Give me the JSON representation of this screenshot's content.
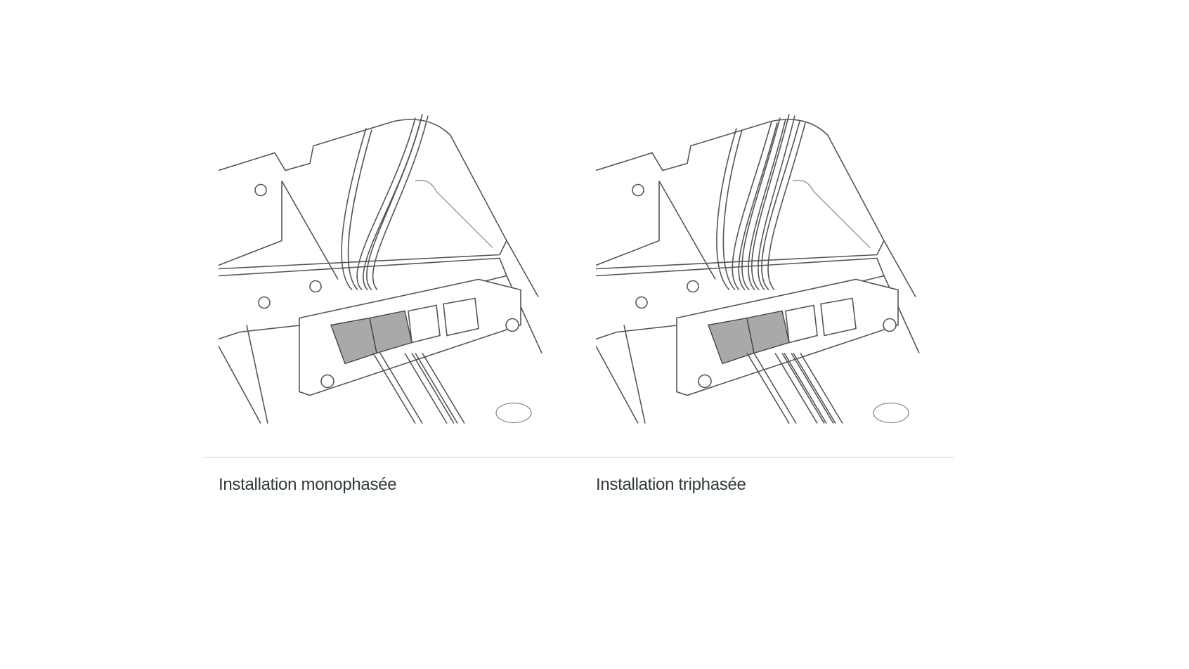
{
  "figures": [
    {
      "caption": "Installation monophasée",
      "wires": 2,
      "illustration": "charger-enclosure-single-phase-wiring"
    },
    {
      "caption": "Installation triphasée",
      "wires": 4,
      "illustration": "charger-enclosure-three-phase-wiring"
    }
  ],
  "colors": {
    "caption": "#2f3a3a",
    "divider": "#e3e7ee",
    "clamp": "#a9a9a9"
  }
}
